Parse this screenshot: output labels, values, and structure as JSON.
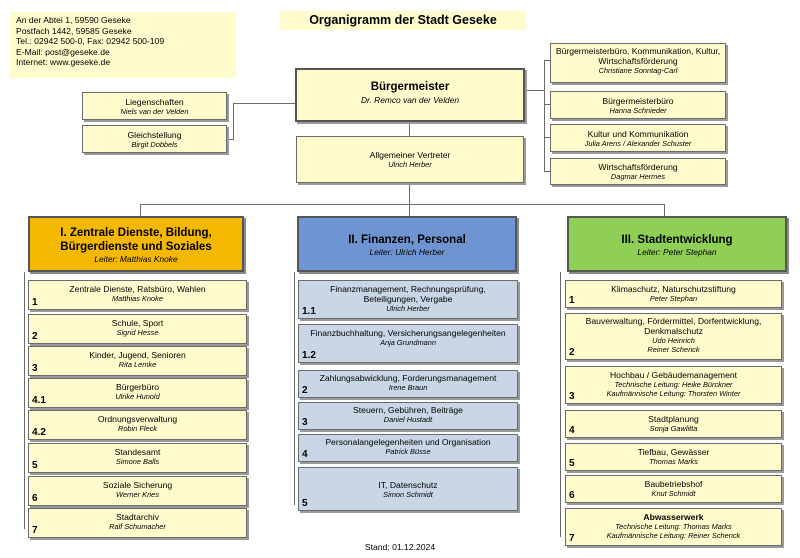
{
  "address": {
    "lines": [
      "An der Abtei 1, 59590 Geseke",
      "Postfach 1442, 59585 Geseke",
      "Tel.: 02942 500-0, Fax: 02942 500-109",
      "E-Mail: post@geseke.de",
      "Internet: www.geseke.de"
    ]
  },
  "title": "Organigramm der Stadt Geseke",
  "mayor": {
    "title": "Bürgermeister",
    "name": "Dr. Remco van der Velden"
  },
  "deputy": {
    "title": "Allgemeiner Vertreter",
    "name": "Ulrich Herber"
  },
  "left_staff": [
    {
      "title": "Liegenschaften",
      "name": "Niels van der Velden"
    },
    {
      "title": "Gleichstellung",
      "name": "Birgit Dobbels"
    }
  ],
  "right_staff": [
    {
      "title": "Bürgermeisterbüro, Kommunikation, Kultur, Wirtschaftsförderung",
      "name": "Christiane Sonntag-Carl"
    },
    {
      "title": "Bürgermeisterbüro",
      "name": "Hanna Schnieder"
    },
    {
      "title": "Kultur und Kommunikation",
      "name": "Julia Arens / Alexander Schuster"
    },
    {
      "title": "Wirtschaftsförderung",
      "name": "Dagmar Hermes"
    }
  ],
  "departments": [
    {
      "title": "I. Zentrale Dienste, Bildung, Bürgerdienste und Soziales",
      "leader": "Leiter: Matthias Knoke",
      "color": "#f5b800",
      "units": [
        {
          "num": "1",
          "title": "Zentrale Dienste, Ratsbüro, Wahlen",
          "name": "Matthias Knoke"
        },
        {
          "num": "2",
          "title": "Schule, Sport",
          "name": "Sigrid Hesse"
        },
        {
          "num": "3",
          "title": "Kinder, Jugend, Senioren",
          "name": "Rita Lemke"
        },
        {
          "num": "4.1",
          "title": "Bürgerbüro",
          "name": "Ulrike Hunold"
        },
        {
          "num": "4.2",
          "title": "Ordnungsverwaltung",
          "name": "Robin Fleck"
        },
        {
          "num": "5",
          "title": "Standesamt",
          "name": "Simone Balls"
        },
        {
          "num": "6",
          "title": "Soziale Sicherung",
          "name": "Werner Kries"
        },
        {
          "num": "7",
          "title": "Stadtarchiv",
          "name": "Ralf Schumacher"
        }
      ]
    },
    {
      "title": "II. Finanzen, Personal",
      "leader": "Leiter: Ulrich Herber",
      "color": "#6e95d2",
      "units": [
        {
          "num": "1.1",
          "title": "Finanzmanagement, Rechnungsprüfung, Beteiligungen, Vergabe",
          "name": "Ulrich Herber"
        },
        {
          "num": "1.2",
          "title": "Finanzbuchhaltung, Versicherungsangelegenheiten",
          "name": "Anja Grundmann"
        },
        {
          "num": "2",
          "title": "Zahlungsabwicklung, Forderungsmanagement",
          "name": "Irene Braun"
        },
        {
          "num": "3",
          "title": "Steuern, Gebühren, Beiträge",
          "name": "Daniel Hustadt"
        },
        {
          "num": "4",
          "title": "Personalangelegenheiten und Organisation",
          "name": "Patrick Büsse"
        },
        {
          "num": "5",
          "title": "IT, Datenschutz",
          "name": "Simon Schmidt"
        }
      ]
    },
    {
      "title": "III. Stadtentwicklung",
      "leader": "Leiter: Peter Stephan",
      "color": "#8fcf55",
      "units": [
        {
          "num": "1",
          "title": "Klimaschutz, Naturschutzstiftung",
          "name": "Peter Stephan"
        },
        {
          "num": "2",
          "title": "Bauverwaltung, Fördermittel, Dorfentwicklung, Denkmalschutz",
          "name": "Udo Heinrich",
          "name2": "Reiner Schenck"
        },
        {
          "num": "3",
          "title": "Hochbau / Gebäudemanagement",
          "name": "Technische Leitung: Heike Bürckner",
          "name2": "Kaufmännische Leitung: Thorsten Winter"
        },
        {
          "num": "4",
          "title": "Stadtplanung",
          "name": "Sonja Gawlitta"
        },
        {
          "num": "5",
          "title": "Tiefbau, Gewässer",
          "name": "Thomas Marks"
        },
        {
          "num": "6",
          "title": "Baubetriebshof",
          "name": "Knut Schmidt"
        },
        {
          "num": "7",
          "title": "Abwasserwerk",
          "name": "Technische Leitung: Thomas Marks",
          "name2": "Kaufmännische Leitung: Reiner Schenck"
        }
      ]
    }
  ],
  "footer": "Stand: 01.12.2024"
}
